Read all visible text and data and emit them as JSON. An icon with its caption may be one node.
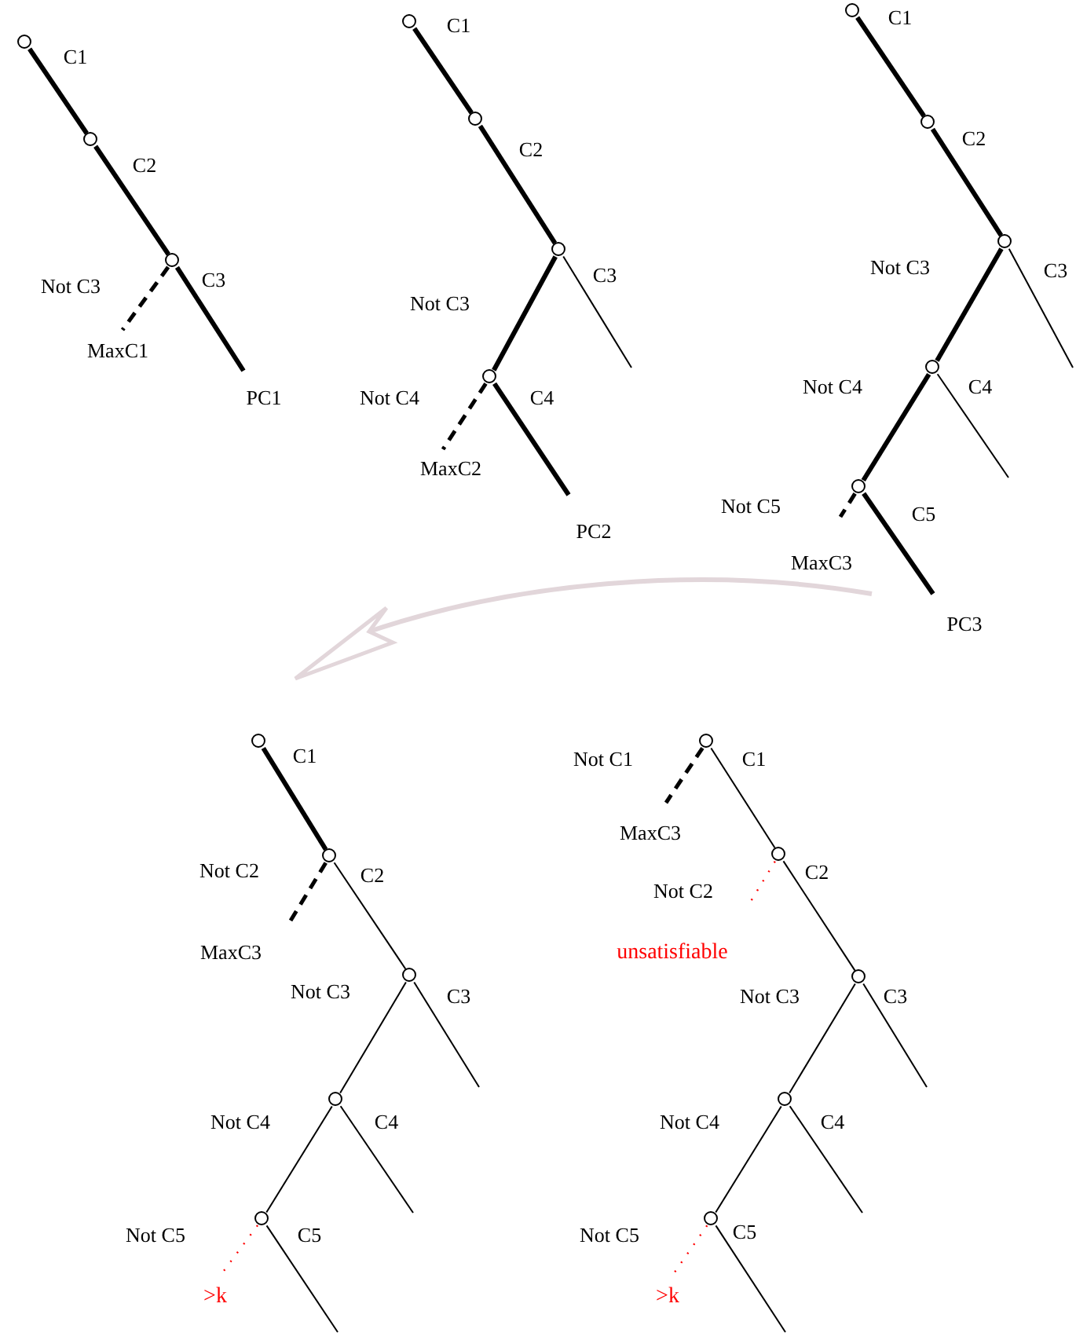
{
  "diagram": {
    "nodes": [
      {
        "text": [],
        "shape": "circle"
      },
      {
        "text": [],
        "shape": "circle"
      },
      {
        "text": [],
        "shape": "circle"
      },
      {
        "text": [
          "MaxC1"
        ]
      },
      {
        "text": [
          "PC1"
        ]
      },
      {
        "text": [],
        "shape": "circle"
      },
      {
        "text": [],
        "shape": "circle"
      },
      {
        "text": [],
        "shape": "circle"
      },
      {
        "text": [],
        "shape": "circle"
      },
      {
        "text": [
          "MaxC2"
        ]
      },
      {
        "text": [
          "PC2"
        ]
      },
      {
        "text": [],
        "shape": "circle"
      },
      {
        "text": [],
        "shape": "circle"
      },
      {
        "text": [],
        "shape": "circle"
      },
      {
        "text": [],
        "shape": "circle"
      },
      {
        "text": [],
        "shape": "circle"
      },
      {
        "text": [
          "MaxC3"
        ]
      },
      {
        "text": [
          "PC3"
        ]
      },
      {
        "text": [],
        "shape": "circle"
      },
      {
        "text": [],
        "shape": "circle"
      },
      {
        "text": [
          "MaxC3"
        ]
      },
      {
        "text": [],
        "shape": "circle"
      },
      {
        "text": [],
        "shape": "circle"
      },
      {
        "text": [],
        "shape": "circle"
      },
      {
        "text": [
          ">k"
        ]
      },
      {
        "text": [],
        "shape": "circle"
      },
      {
        "text": [
          "MaxC3"
        ]
      },
      {
        "text": [],
        "shape": "circle"
      },
      {
        "text": [
          "unsatisfiable"
        ]
      },
      {
        "text": [],
        "shape": "circle"
      },
      {
        "text": [],
        "shape": "circle"
      },
      {
        "text": [],
        "shape": "circle"
      },
      {
        "text": [
          ">k"
        ]
      }
    ],
    "edges": [
      {
        "from": 0,
        "to": 1,
        "arrow": "none",
        "label": "C1",
        "style": "thick"
      },
      {
        "from": 1,
        "to": 2,
        "arrow": "none",
        "label": "C2",
        "style": "thick"
      },
      {
        "from": 2,
        "to": 3,
        "arrow": "none",
        "label": "Not C3",
        "style": "dashed"
      },
      {
        "from": 2,
        "to": 4,
        "arrow": "none",
        "label": "C3",
        "style": "thick"
      },
      {
        "from": 5,
        "to": 6,
        "arrow": "none",
        "label": "C1",
        "style": "thick"
      },
      {
        "from": 6,
        "to": 7,
        "arrow": "none",
        "label": "C2",
        "style": "thick"
      },
      {
        "from": 7,
        "to": null,
        "arrow": "none",
        "label": "C3"
      },
      {
        "from": 7,
        "to": 8,
        "arrow": "none",
        "label": "Not C3",
        "style": "thick"
      },
      {
        "from": 8,
        "to": 9,
        "arrow": "none",
        "label": "Not C4",
        "style": "dashed"
      },
      {
        "from": 8,
        "to": 10,
        "arrow": "none",
        "label": "C4",
        "style": "thick"
      },
      {
        "from": 11,
        "to": 12,
        "arrow": "none",
        "label": "C1",
        "style": "thick"
      },
      {
        "from": 12,
        "to": 13,
        "arrow": "none",
        "label": "C2",
        "style": "thick"
      },
      {
        "from": 13,
        "to": null,
        "arrow": "none",
        "label": "C3"
      },
      {
        "from": 13,
        "to": 14,
        "arrow": "none",
        "label": "Not C3",
        "style": "thick"
      },
      {
        "from": 14,
        "to": null,
        "arrow": "none",
        "label": "C4"
      },
      {
        "from": 14,
        "to": 15,
        "arrow": "none",
        "label": "Not C4",
        "style": "thick"
      },
      {
        "from": 15,
        "to": 16,
        "arrow": "none",
        "label": "Not C5",
        "style": "dashed"
      },
      {
        "from": 15,
        "to": 17,
        "arrow": "none",
        "label": "C5",
        "style": "thick"
      },
      {
        "from": 18,
        "to": 19,
        "arrow": "none",
        "label": "C1",
        "style": "thick"
      },
      {
        "from": 19,
        "to": 20,
        "arrow": "none",
        "label": "Not C2",
        "style": "dashed"
      },
      {
        "from": 19,
        "to": 21,
        "arrow": "none",
        "label": "C2"
      },
      {
        "from": 21,
        "to": null,
        "arrow": "none",
        "label": "C3"
      },
      {
        "from": 21,
        "to": 22,
        "arrow": "none",
        "label": "Not C3"
      },
      {
        "from": 22,
        "to": null,
        "arrow": "none",
        "label": "C4"
      },
      {
        "from": 22,
        "to": 23,
        "arrow": "none",
        "label": "Not C4"
      },
      {
        "from": 23,
        "to": null,
        "arrow": "none",
        "label": "C5"
      },
      {
        "from": 23,
        "to": 24,
        "arrow": "none",
        "label": "Not C5",
        "style": "dashed",
        "color": "#ff0000"
      },
      {
        "from": 25,
        "to": 26,
        "arrow": "none",
        "label": "Not C1",
        "style": "dashed"
      },
      {
        "from": 25,
        "to": 27,
        "arrow": "none",
        "label": "C1"
      },
      {
        "from": 27,
        "to": 28,
        "arrow": "none",
        "label": "Not C2",
        "style": "dashed",
        "color": "#ff0000"
      },
      {
        "from": 27,
        "to": 29,
        "arrow": "none",
        "label": "C2"
      },
      {
        "from": 29,
        "to": null,
        "arrow": "none",
        "label": "C3"
      },
      {
        "from": 29,
        "to": 30,
        "arrow": "none",
        "label": "Not C3"
      },
      {
        "from": 30,
        "to": null,
        "arrow": "none",
        "label": "C4"
      },
      {
        "from": 30,
        "to": 31,
        "arrow": "none",
        "label": "Not C4"
      },
      {
        "from": 31,
        "to": null,
        "arrow": "none",
        "label": "C5"
      },
      {
        "from": 31,
        "to": 32,
        "arrow": "none",
        "label": "Not C5",
        "style": "dashed",
        "color": "#ff0000"
      }
    ]
  }
}
